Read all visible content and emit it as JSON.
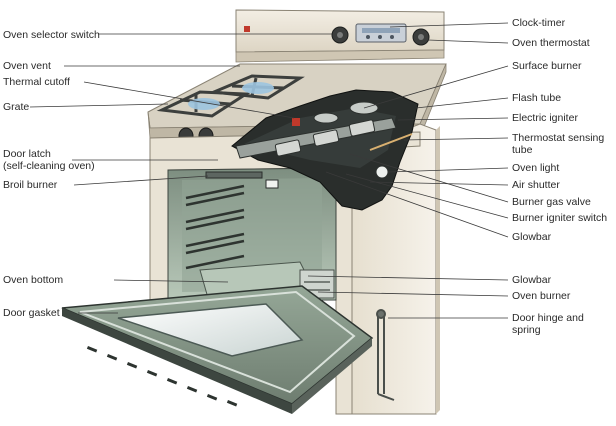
{
  "labels_left": {
    "oven_selector_switch": "Oven selector switch",
    "oven_vent": "Oven vent",
    "thermal_cutoff": "Thermal cutoff",
    "grate": "Grate",
    "door_latch": "Door latch",
    "door_latch_sub": "(self-cleaning oven)",
    "broil_burner": "Broil burner",
    "oven_bottom": "Oven bottom",
    "door_gasket": "Door gasket"
  },
  "labels_right": {
    "clock_timer": "Clock-timer",
    "oven_thermostat": "Oven thermostat",
    "surface_burner": "Surface burner",
    "flash_tube": "Flash tube",
    "electric_igniter": "Electric igniter",
    "thermostat_sensing_tube": "Thermostat sensing",
    "thermostat_sensing_tube_2": "tube",
    "oven_light": "Oven light",
    "air_shutter": "Air shutter",
    "burner_gas_valve": "Burner gas valve",
    "burner_igniter_switch": "Burner igniter switch",
    "glowbar_upper": "Glowbar",
    "glowbar_lower": "Glowbar",
    "oven_burner": "Oven burner",
    "door_hinge_and_spring": "Door hinge and",
    "door_hinge_and_spring_2": "spring"
  },
  "colors": {
    "body_cream": "#efe9dc",
    "steel_dark": "#4a4e4a",
    "cutaway_dark": "#2b2f2d",
    "enamel_green": "#a6bba8",
    "blue_flame": "#7fb4d8",
    "leader_line": "#3a3a3a"
  }
}
